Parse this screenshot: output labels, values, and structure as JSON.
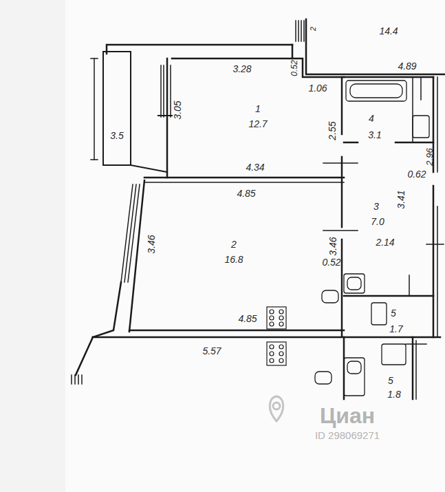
{
  "diagram": {
    "labels": [
      "2",
      "14.4",
      "4.89",
      "3.28",
      "0.52",
      "1.06",
      "3.5",
      "3.05",
      "1",
      "12.7",
      "2.55",
      "4",
      "3.1",
      "2.96",
      "0.62",
      "4.34",
      "4.85",
      "3",
      "7.0",
      "3.41",
      "2.14",
      "3.46",
      "2",
      "16.8",
      "3.46",
      "0.52",
      "4.85",
      "5",
      "1.7",
      "5.57",
      "5",
      "1.8",
      "Циан",
      "ID 298069271"
    ]
  }
}
